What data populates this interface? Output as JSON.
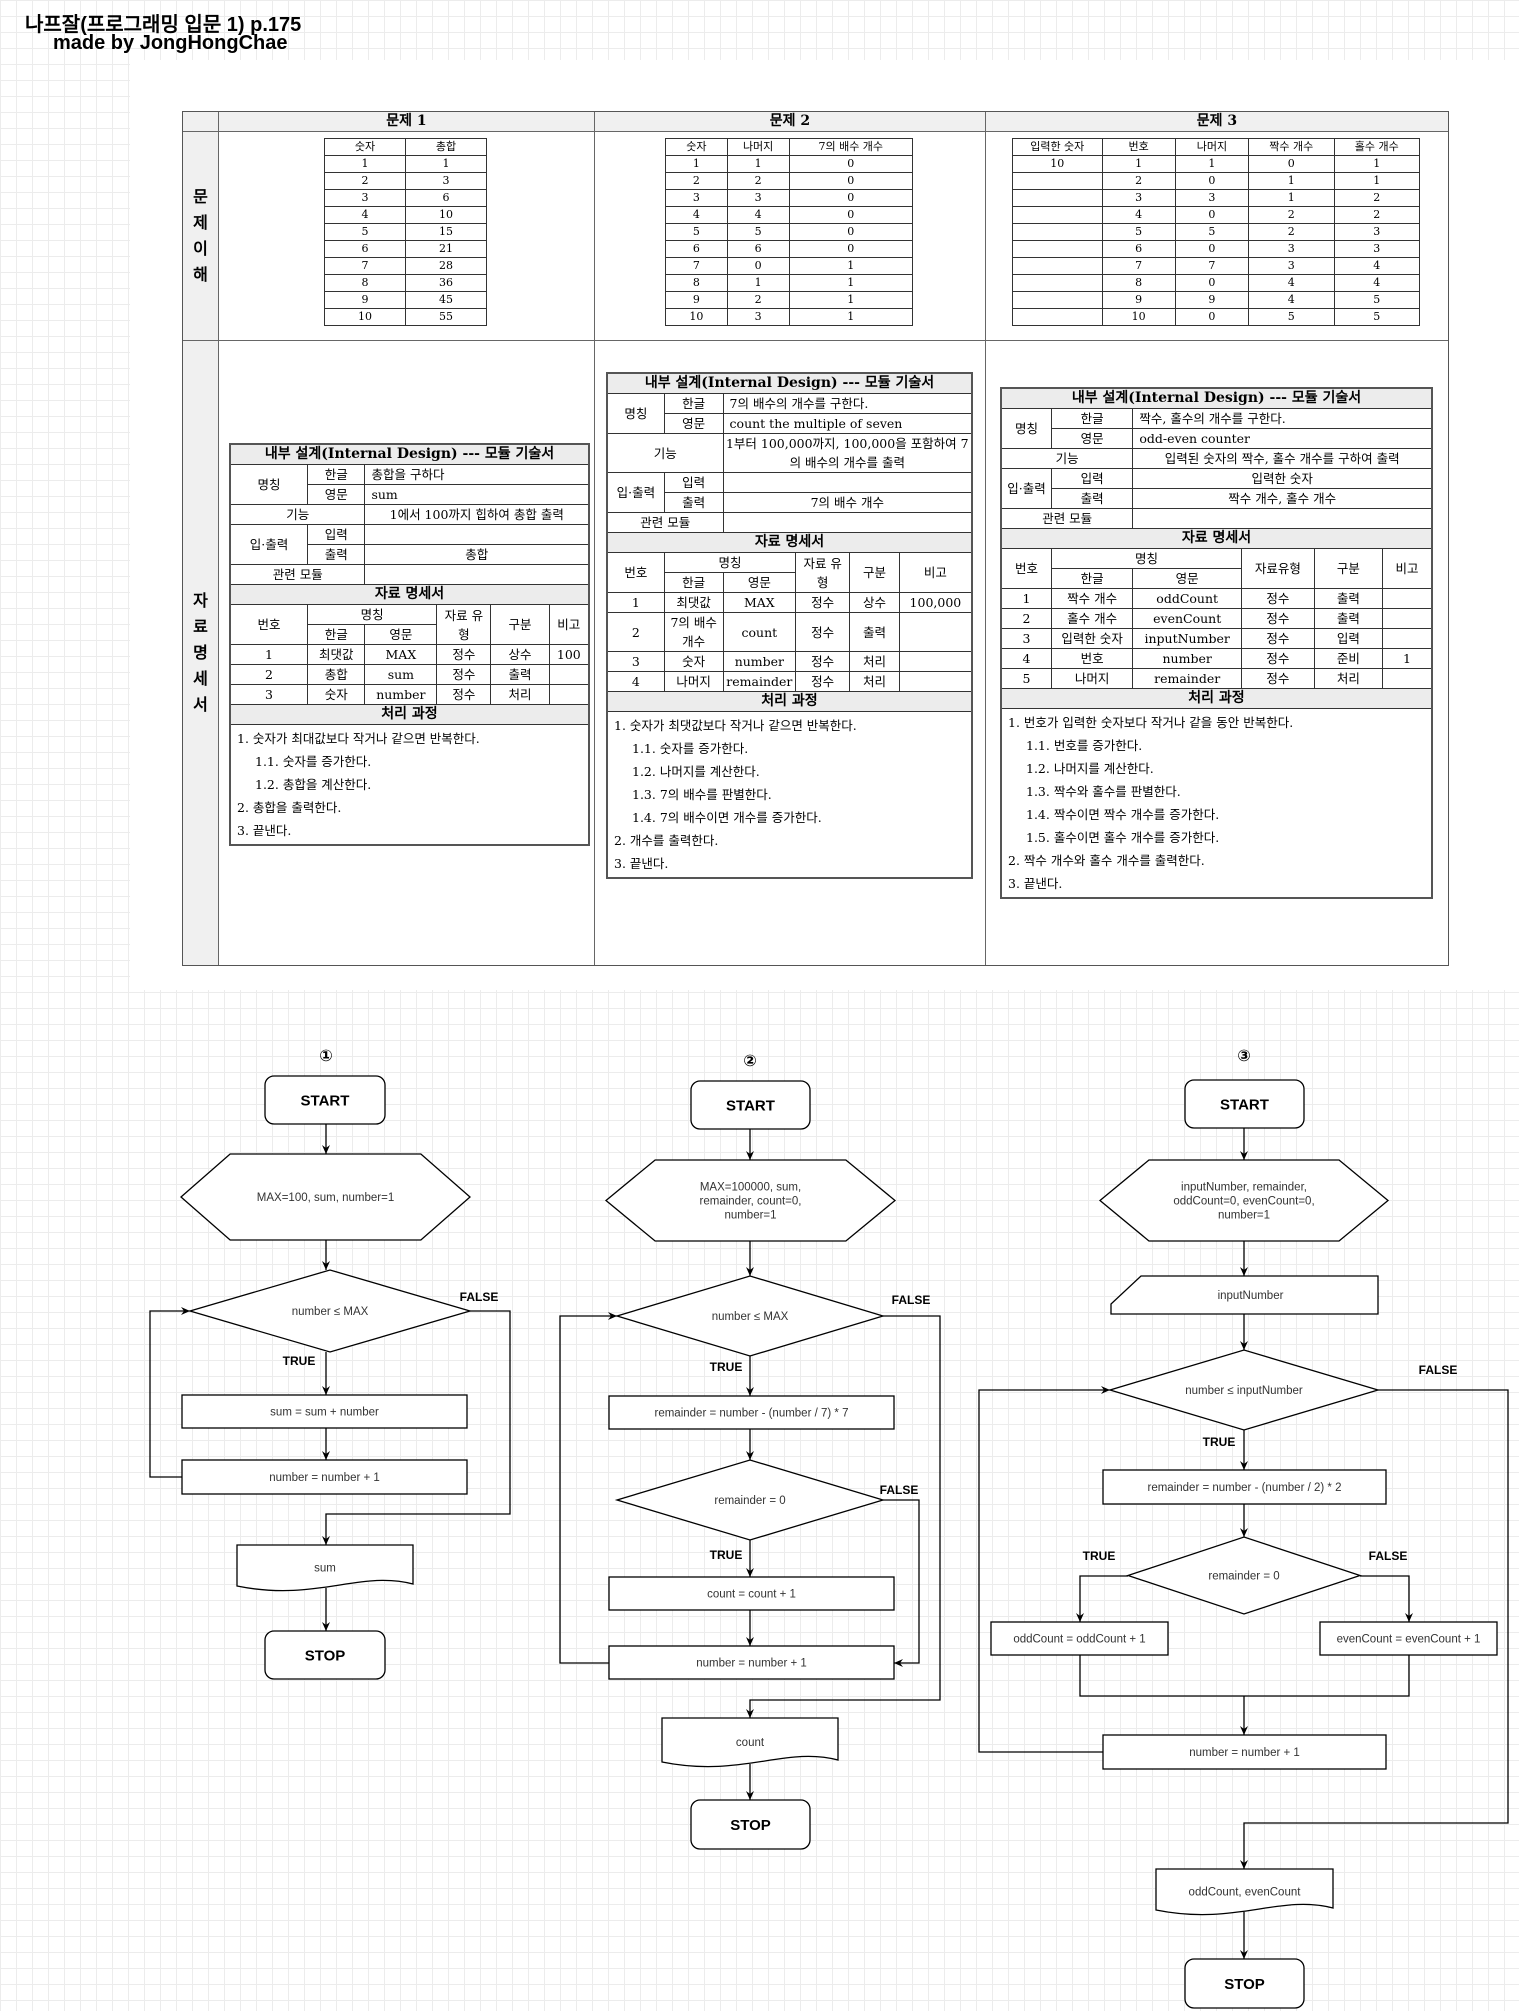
{
  "header": {
    "title": "나프잘(프로그래밍 입문 1) p.175",
    "author": "made by JongHongChae"
  },
  "sheet": {
    "row_labels": [
      "문제이해",
      "자료명세서"
    ]
  },
  "problems": [
    {
      "title": "문제 1",
      "trace": {
        "headers": [
          "숫자",
          "총합"
        ],
        "rows": [
          [
            "1",
            "1"
          ],
          [
            "2",
            "3"
          ],
          [
            "3",
            "6"
          ],
          [
            "4",
            "10"
          ],
          [
            "5",
            "15"
          ],
          [
            "6",
            "21"
          ],
          [
            "7",
            "28"
          ],
          [
            "8",
            "36"
          ],
          [
            "9",
            "45"
          ],
          [
            "10",
            "55"
          ]
        ]
      },
      "design": {
        "title": "내부 설계(Internal Design) --- 모듈 기술서",
        "name_label": "명칭",
        "kor_label": "한글",
        "eng_label": "영문",
        "name_kor": "총합을 구하다",
        "name_eng": "sum",
        "func_label": "기능",
        "func": "1에서 100까지 힙하여 총합 출력",
        "io_label": "입·출력",
        "in_label": "입력",
        "out_label": "출력",
        "input": "",
        "output": "총합",
        "related_label": "관련 모듈",
        "related": "",
        "spec_title": "자료 명세서",
        "spec_headers": {
          "no": "번호",
          "name": "명칭",
          "kor": "한글",
          "eng": "영문",
          "type": "자료 유형",
          "kind": "구분",
          "note": "비고"
        },
        "spec_rows": [
          [
            "1",
            "최댓값",
            "MAX",
            "정수",
            "상수",
            "100"
          ],
          [
            "2",
            "총합",
            "sum",
            "정수",
            "출력",
            ""
          ],
          [
            "3",
            "숫자",
            "number",
            "정수",
            "처리",
            ""
          ]
        ],
        "process_title": "처리 과정",
        "steps": [
          "1. 숫자가 최대값보다 작거나 같으면 반복한다.",
          "1.1. 숫자를 증가한다.",
          "1.2. 총합을 계산한다.",
          "2. 총합을 출력한다.",
          "3. 끝낸다."
        ]
      }
    },
    {
      "title": "문제 2",
      "trace": {
        "headers": [
          "숫자",
          "나머지",
          "7의 배수 개수"
        ],
        "rows": [
          [
            "1",
            "1",
            "0"
          ],
          [
            "2",
            "2",
            "0"
          ],
          [
            "3",
            "3",
            "0"
          ],
          [
            "4",
            "4",
            "0"
          ],
          [
            "5",
            "5",
            "0"
          ],
          [
            "6",
            "6",
            "0"
          ],
          [
            "7",
            "0",
            "1"
          ],
          [
            "8",
            "1",
            "1"
          ],
          [
            "9",
            "2",
            "1"
          ],
          [
            "10",
            "3",
            "1"
          ]
        ]
      },
      "design": {
        "title": "내부 설계(Internal Design) --- 모듈 기술서",
        "name_label": "명칭",
        "kor_label": "한글",
        "eng_label": "영문",
        "name_kor": "7의 배수의 개수를 구한다.",
        "name_eng": "count the multiple of seven",
        "func_label": "기능",
        "func": "1부터 100,000까지, 100,000을 포함하여 7의 배수의 개수를 출력",
        "io_label": "입·출력",
        "in_label": "입력",
        "out_label": "출력",
        "input": "",
        "output": "7의 배수 개수",
        "related_label": "관련 모듈",
        "related": "",
        "spec_title": "자료 명세서",
        "spec_headers": {
          "no": "번호",
          "name": "명칭",
          "kor": "한글",
          "eng": "영문",
          "type": "자료 유형",
          "kind": "구분",
          "note": "비고"
        },
        "spec_rows": [
          [
            "1",
            "최댓값",
            "MAX",
            "정수",
            "상수",
            "100,000"
          ],
          [
            "2",
            "7의 배수 개수",
            "count",
            "정수",
            "출력",
            ""
          ],
          [
            "3",
            "숫자",
            "number",
            "정수",
            "처리",
            ""
          ],
          [
            "4",
            "나머지",
            "remainder",
            "정수",
            "처리",
            ""
          ]
        ],
        "process_title": "처리 과정",
        "steps": [
          "1. 숫자가 최댓값보다 작거나 같으면 반복한다.",
          "1.1. 숫자를 증가한다.",
          "1.2. 나머지를 계산한다.",
          "1.3. 7의 배수를 판별한다.",
          "1.4. 7의 배수이면 개수를 증가한다.",
          "2. 개수를 출력한다.",
          "3. 끝낸다."
        ]
      }
    },
    {
      "title": "문제 3",
      "trace": {
        "headers": [
          "입력한 숫자",
          "번호",
          "나머지",
          "짝수 개수",
          "홀수 개수"
        ],
        "rows": [
          [
            "10",
            "1",
            "1",
            "0",
            "1"
          ],
          [
            "",
            "2",
            "0",
            "1",
            "1"
          ],
          [
            "",
            "3",
            "3",
            "1",
            "2"
          ],
          [
            "",
            "4",
            "0",
            "2",
            "2"
          ],
          [
            "",
            "5",
            "5",
            "2",
            "3"
          ],
          [
            "",
            "6",
            "0",
            "3",
            "3"
          ],
          [
            "",
            "7",
            "7",
            "3",
            "4"
          ],
          [
            "",
            "8",
            "0",
            "4",
            "4"
          ],
          [
            "",
            "9",
            "9",
            "4",
            "5"
          ],
          [
            "",
            "10",
            "0",
            "5",
            "5"
          ]
        ]
      },
      "design": {
        "title": "내부 설계(Internal Design) --- 모듈 기술서",
        "name_label": "명칭",
        "kor_label": "한글",
        "eng_label": "영문",
        "name_kor": "짝수, 홀수의 개수를 구한다.",
        "name_eng": "odd-even counter",
        "func_label": "기능",
        "func": "입력된 숫자의 짝수, 홀수 개수를 구하여 출력",
        "io_label": "입·출력",
        "in_label": "입력",
        "out_label": "출력",
        "input": "입력한 숫자",
        "output": "짝수 개수, 홀수 개수",
        "related_label": "관련 모듈",
        "related": "",
        "spec_title": "자료 명세서",
        "spec_headers": {
          "no": "번호",
          "name": "명칭",
          "kor": "한글",
          "eng": "영문",
          "type": "자료유형",
          "kind": "구분",
          "note": "비고"
        },
        "spec_rows": [
          [
            "1",
            "짝수 개수",
            "oddCount",
            "정수",
            "출력",
            ""
          ],
          [
            "2",
            "홀수 개수",
            "evenCount",
            "정수",
            "출력",
            ""
          ],
          [
            "3",
            "입력한 숫자",
            "inputNumber",
            "정수",
            "입력",
            ""
          ],
          [
            "4",
            "번호",
            "number",
            "정수",
            "준비",
            "1"
          ],
          [
            "5",
            "나머지",
            "remainder",
            "정수",
            "처리",
            ""
          ]
        ],
        "process_title": "처리 과정",
        "steps": [
          "1. 번호가 입력한 숫자보다 작거나 같을 동안 반복한다.",
          "1.1. 번호를 증가한다.",
          "1.2. 나머지를 계산한다.",
          "1.3. 짝수와 홀수를 판별한다.",
          "1.4. 짝수이면 짝수 개수를 증가한다.",
          "1.5. 홀수이면 홀수 개수를 증가한다.",
          "2. 짝수 개수와 홀수 개수를 출력한다.",
          "3. 끝낸다."
        ]
      }
    }
  ],
  "flowcharts": [
    {
      "number": "①",
      "labels": {
        "true": "TRUE",
        "false": "FALSE"
      },
      "nodes": {
        "start": [
          "START"
        ],
        "init": [
          "MAX=100, sum, number=1"
        ],
        "cond": [
          "number ≤ MAX"
        ],
        "step1": [
          "sum = sum + number"
        ],
        "step2": [
          "number = number + 1"
        ],
        "output": [
          "sum"
        ],
        "stop": [
          "STOP"
        ]
      }
    },
    {
      "number": "②",
      "labels": {
        "true": "TRUE",
        "false": "FALSE"
      },
      "nodes": {
        "start": [
          "START"
        ],
        "init": [
          "MAX=100000, sum,",
          "remainder, count=0,",
          "number=1"
        ],
        "cond": [
          "number ≤ MAX"
        ],
        "step1": [
          "remainder = number - (number / 7) * 7"
        ],
        "cond2": [
          "remainder = 0"
        ],
        "step2": [
          "count = count + 1"
        ],
        "step3": [
          "number = number + 1"
        ],
        "output": [
          "count"
        ],
        "stop": [
          "STOP"
        ]
      }
    },
    {
      "number": "③",
      "labels": {
        "true": "TRUE",
        "false": "FALSE"
      },
      "nodes": {
        "start": [
          "START"
        ],
        "init": [
          "inputNumber, remainder,",
          "oddCount=0, evenCount=0,",
          "number=1"
        ],
        "input": [
          "inputNumber"
        ],
        "cond": [
          "number ≤ inputNumber"
        ],
        "step1": [
          "remainder = number - (number / 2) * 2"
        ],
        "cond2": [
          "remainder = 0"
        ],
        "odd": [
          "oddCount = oddCount + 1"
        ],
        "even": [
          "evenCount = evenCount + 1"
        ],
        "step2": [
          "number = number + 1"
        ],
        "output": [
          "oddCount, evenCount"
        ],
        "stop": [
          "STOP"
        ]
      }
    }
  ]
}
